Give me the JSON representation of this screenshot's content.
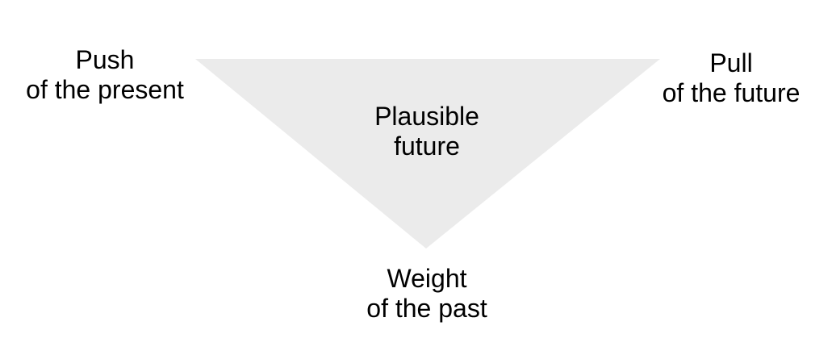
{
  "diagram": {
    "fill_color": "#ebebeb",
    "push": {
      "line1": "Push",
      "line2": "of the present"
    },
    "pull": {
      "line1": "Pull",
      "line2": "of the future"
    },
    "center": {
      "line1": "Plausible",
      "line2": "future"
    },
    "weight": {
      "line1": "Weight",
      "line2": "of the past"
    }
  }
}
